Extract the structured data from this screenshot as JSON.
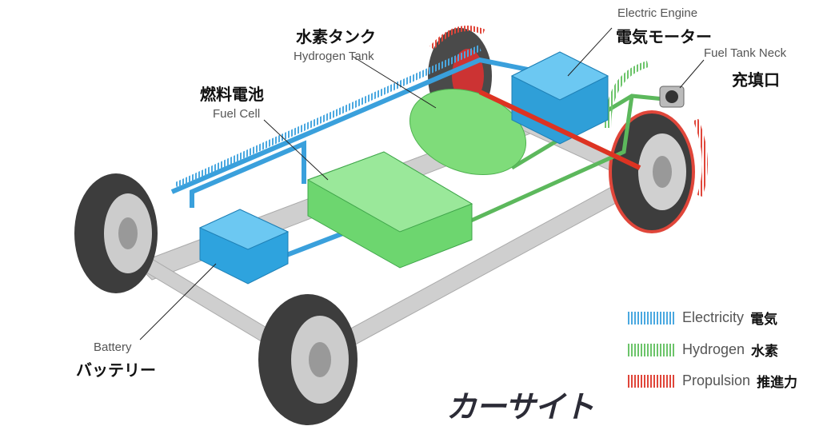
{
  "labels": {
    "hydrogen_tank": {
      "jp": "水素タンク",
      "en": "Hydrogen Tank"
    },
    "fuel_cell": {
      "jp": "燃料電池",
      "en": "Fuel Cell"
    },
    "electric_engine": {
      "jp": "電気モーター",
      "en": "Electric Engine"
    },
    "fuel_tank_neck": {
      "jp": "充填口",
      "en": "Fuel Tank Neck"
    },
    "battery": {
      "jp": "バッテリー",
      "en": "Battery"
    }
  },
  "legend": [
    {
      "en": "Electricity",
      "jp": "電気",
      "color": "#4aa8e0"
    },
    {
      "en": "Hydrogen",
      "jp": "水素",
      "color": "#6cc46a"
    },
    {
      "en": "Propulsion",
      "jp": "推進力",
      "color": "#e0463a"
    }
  ],
  "logo": "カーサイト",
  "colors": {
    "battery": "#2ea3de",
    "fuel_cell": "#6dd66f",
    "tank": "#7fdc7a",
    "motor": "#2f9fd8",
    "chassis": "#c9c9c9",
    "tire": "#3d3d3d"
  }
}
